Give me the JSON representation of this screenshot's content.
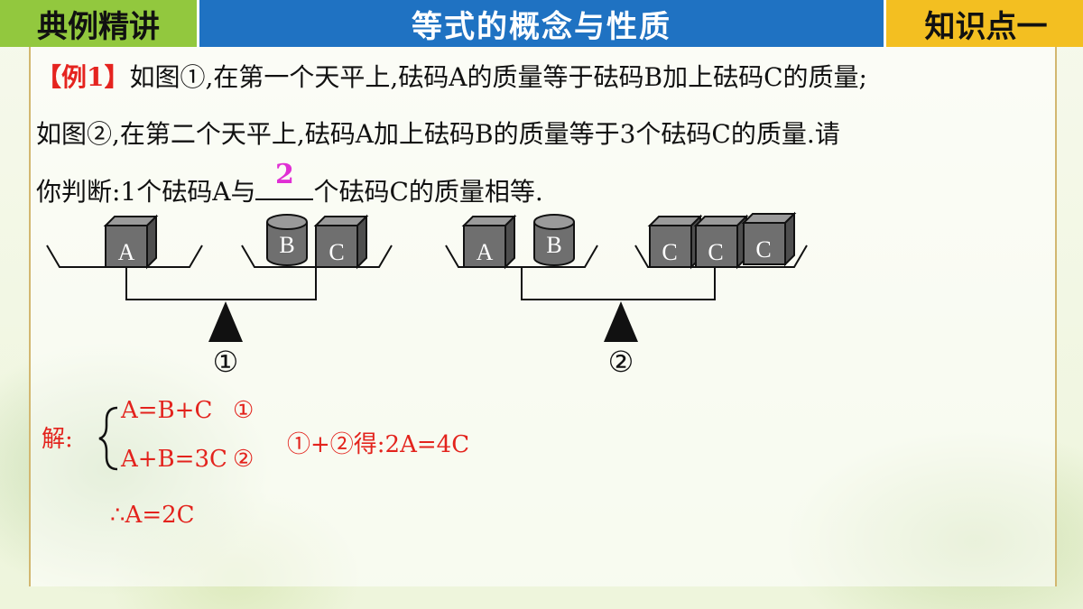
{
  "header": {
    "left": "典例精讲",
    "title": "等式的概念与性质",
    "right": "知识点一"
  },
  "problem": {
    "tag": "【例1】",
    "line1": "如图①,在第一个天平上,砝码A的质量等于砝码B加上砝码C的质量;",
    "line2": "如图②,在第二个天平上,砝码A加上砝码B的质量等于3个砝码C的质量.请",
    "line3_before": "你判断:1个砝码A与",
    "answer": "2",
    "line3_after": "个砝码C的质量相等."
  },
  "figure": {
    "scale1": {
      "left_weights": [
        "A"
      ],
      "right_weights": [
        "B",
        "C"
      ],
      "label": "①"
    },
    "scale2": {
      "left_weights": [
        "A",
        "B"
      ],
      "right_weights": [
        "C",
        "C",
        "C"
      ],
      "label": "②"
    }
  },
  "solution": {
    "label": "解:",
    "eq1": "A=B+C",
    "eq1_mark": "①",
    "eq2": "A+B=3C",
    "eq2_mark": "②",
    "combine": "①+②得:2A=4C",
    "conclusion": "∴A=2C"
  },
  "colors": {
    "header_green": "#92c83e",
    "header_blue": "#1f72c2",
    "header_yellow": "#f3bf21",
    "tag_red": "#e5231f",
    "answer_magenta": "#e02fd4",
    "solution_red": "#e3231d",
    "weight_gray": "#6f6f6f"
  }
}
